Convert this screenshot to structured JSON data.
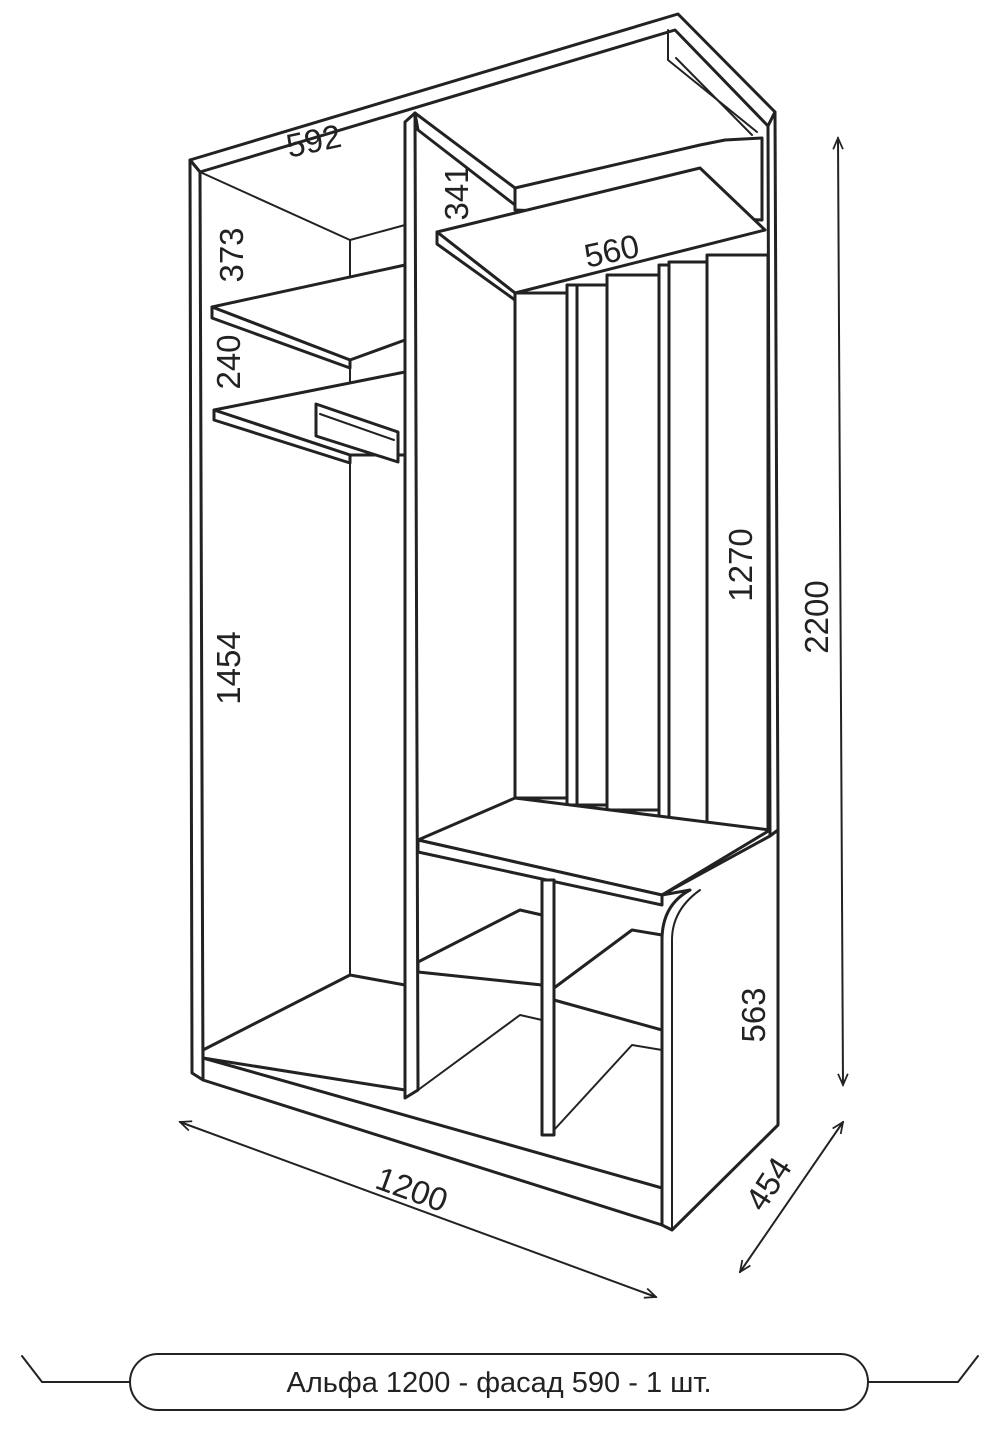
{
  "dimensions": {
    "top_width": "592",
    "top_shelf_gap": "373",
    "second_shelf_gap": "240",
    "hanging_height": "1454",
    "right_top_gap": "341",
    "hat_shelf_width": "560",
    "panel_height": "1270",
    "total_height": "2200",
    "bench_height": "563",
    "total_width": "1200",
    "depth": "454"
  },
  "caption": {
    "text": "Альфа 1200 - фасад 590 - 1 шт."
  },
  "colors": {
    "line": "#222222",
    "background": "#ffffff"
  }
}
